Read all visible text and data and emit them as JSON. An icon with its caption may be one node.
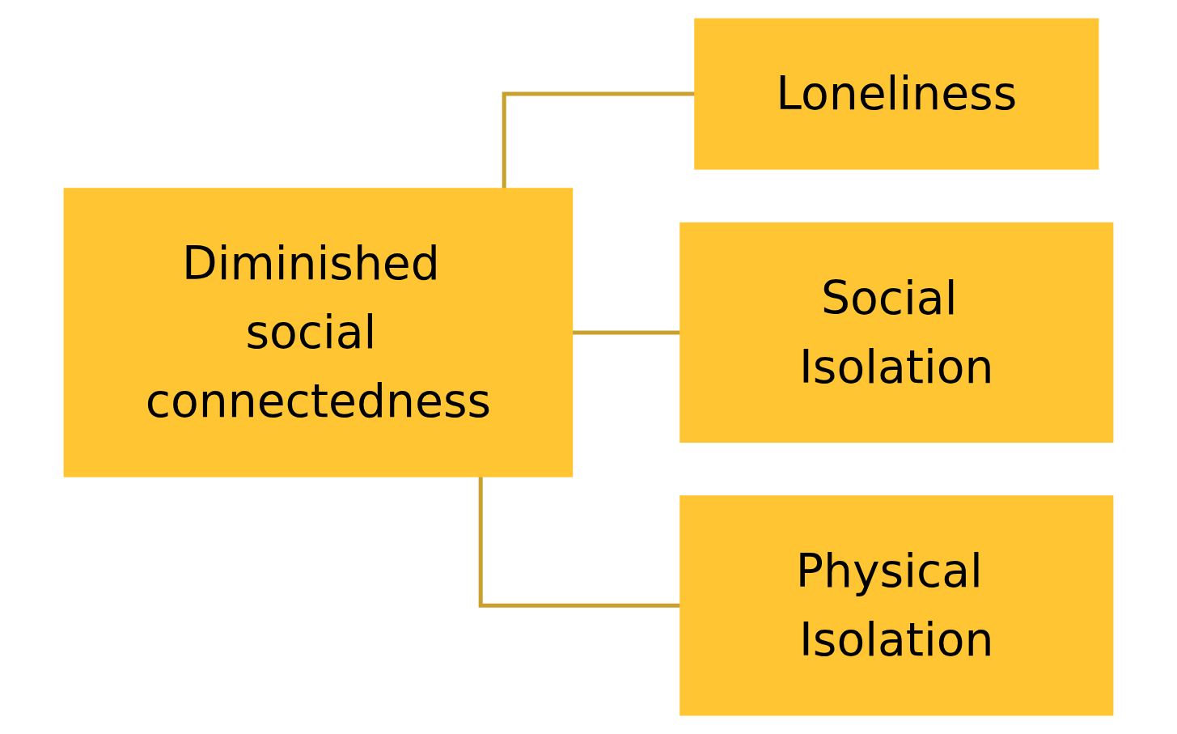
{
  "diagram": {
    "nodes": [
      {
        "text": [
          "Diminished social connectedness"
        ]
      },
      {
        "text": [
          "Loneliness"
        ]
      },
      {
        "text": [
          "Social Isolation"
        ]
      },
      {
        "text": [
          "Physical Isolation"
        ]
      }
    ],
    "edges": [
      {
        "from": 0,
        "to": 1,
        "arrow": "none"
      },
      {
        "from": 0,
        "to": 2,
        "arrow": "none"
      },
      {
        "from": 0,
        "to": 3,
        "arrow": "none"
      }
    ]
  }
}
